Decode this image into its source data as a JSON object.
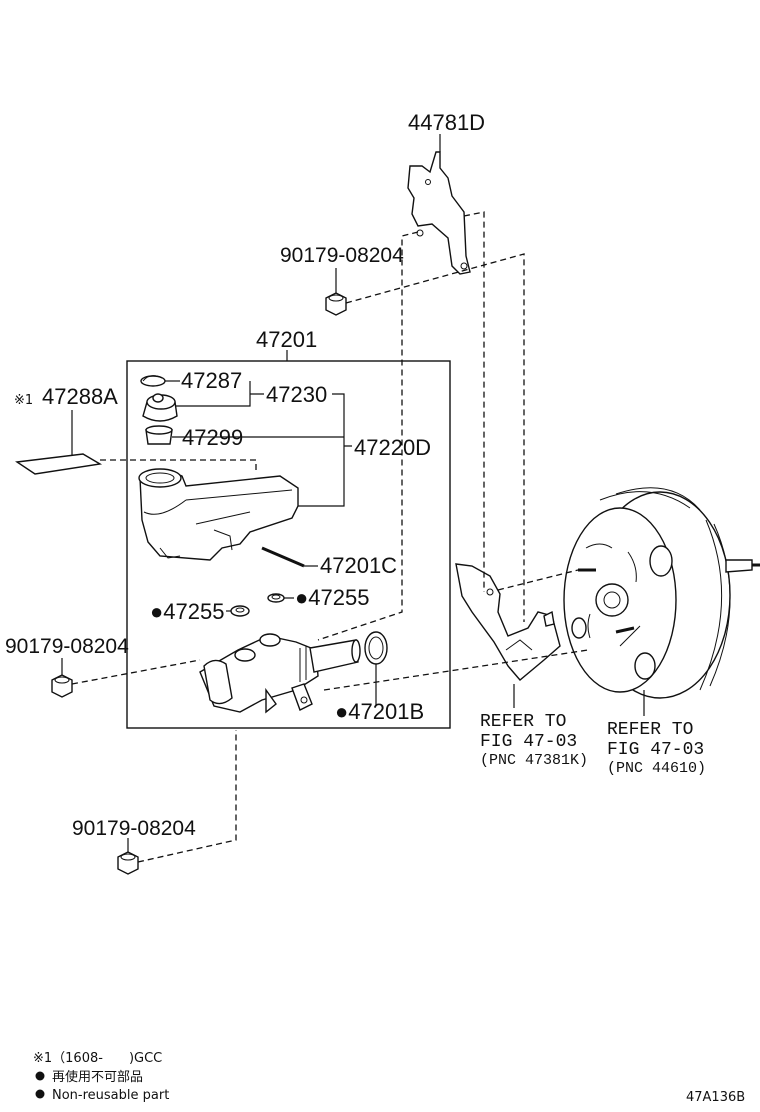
{
  "labels": {
    "bracket_44781D": "44781D",
    "nut_top": "90179-08204",
    "master_assy": "47201",
    "cap_gasket": "47287",
    "cap_assy": "47230",
    "label_mark": "※1",
    "plate": "47288A",
    "strainer": "47299",
    "reservoir": "47220D",
    "pin": "47201C",
    "grommet_right": "●47255",
    "grommet_left": "●47255",
    "nut_mid": "90179-08204",
    "oring": "●47201B",
    "nut_bottom": "90179-08204",
    "refer1_line1": "REFER TO",
    "refer1_line2": "FIG 47-03",
    "refer1_line3": "(PNC 47381K)",
    "refer2_line1": "REFER TO",
    "refer2_line2": "FIG 47-03",
    "refer2_line3": "(PNC 44610)"
  },
  "legend": {
    "note1": "※1（1608-　　)GCC",
    "reuse_jp": "再使用不可部品",
    "reuse_en": "Non-reusable part"
  },
  "figure_code": "47A136B"
}
